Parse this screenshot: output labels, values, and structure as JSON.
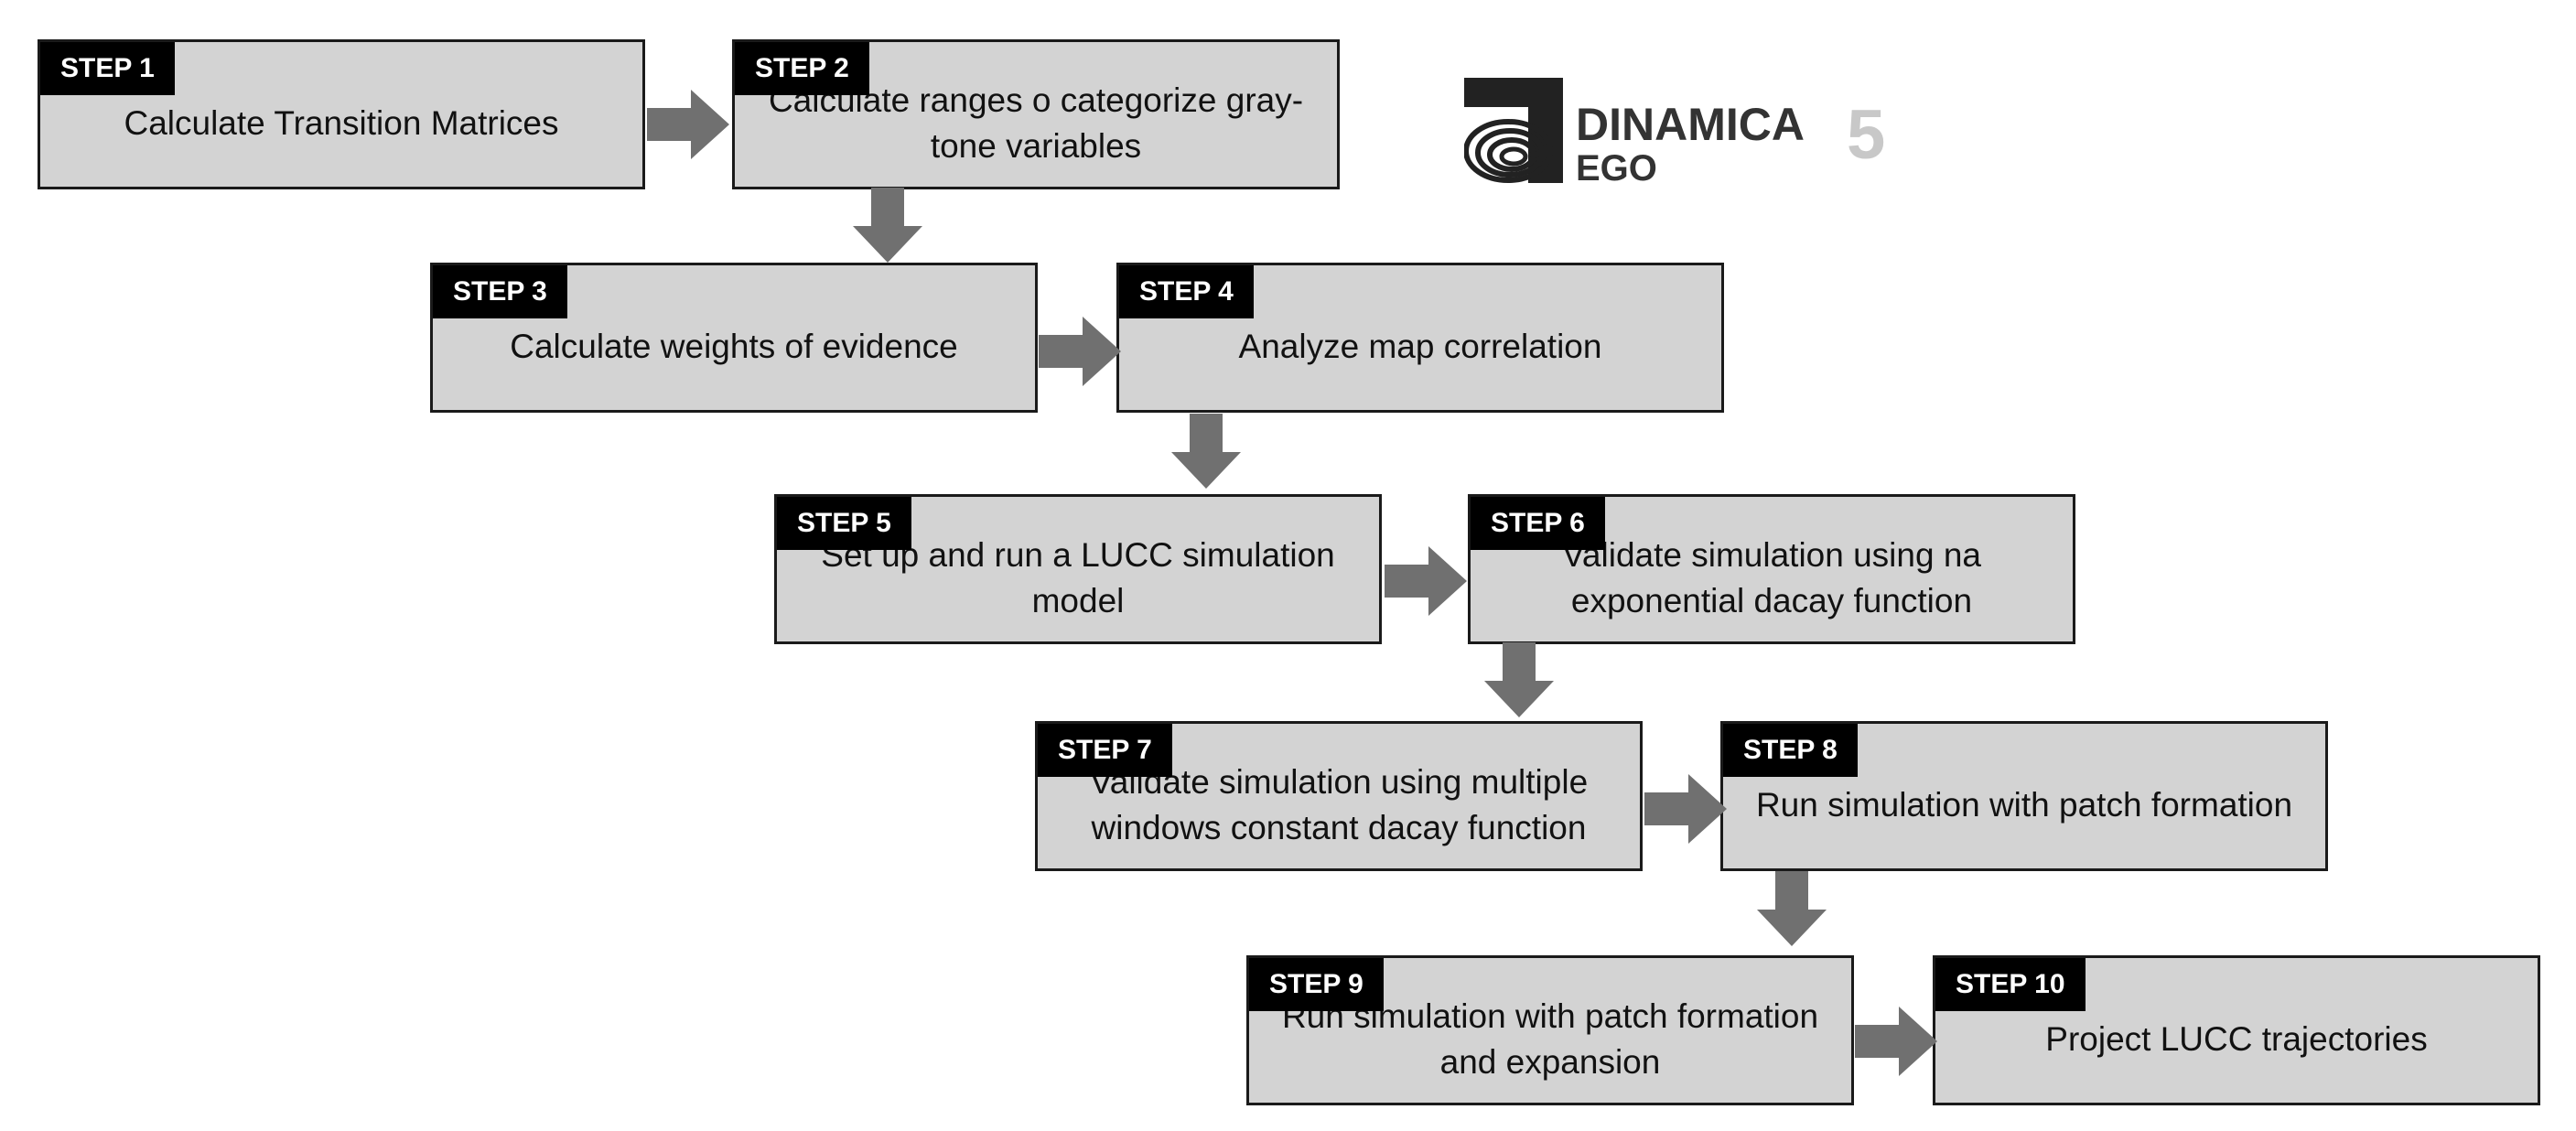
{
  "steps": [
    {
      "tag": "STEP 1",
      "text": "Calculate Transition Matrices"
    },
    {
      "tag": "STEP 2",
      "text": "Calculate ranges o categorize gray-\ntone variables"
    },
    {
      "tag": "STEP 3",
      "text": "Calculate weights of evidence"
    },
    {
      "tag": "STEP 4",
      "text": "Analyze map correlation"
    },
    {
      "tag": "STEP 5",
      "text": "Set up and run a LUCC simulation\nmodel"
    },
    {
      "tag": "STEP 6",
      "text": "Validate simulation using na\nexponential dacay function"
    },
    {
      "tag": "STEP 7",
      "text": "Validate simulation using multiple\nwindows constant dacay function"
    },
    {
      "tag": "STEP 8",
      "text": "Run simulation with patch formation"
    },
    {
      "tag": "STEP 9",
      "text": "Run simulation with patch formation\nand expansion"
    },
    {
      "tag": "STEP 10",
      "text": "Project LUCC trajectories"
    }
  ],
  "logo": {
    "name_line1": "DINAMICA",
    "name_line2": "EGO",
    "version": "5"
  },
  "colors": {
    "box_fill": "#d3d3d3",
    "tag_fill": "#000000",
    "arrow": "#707070",
    "border": "#1a1a1a"
  }
}
